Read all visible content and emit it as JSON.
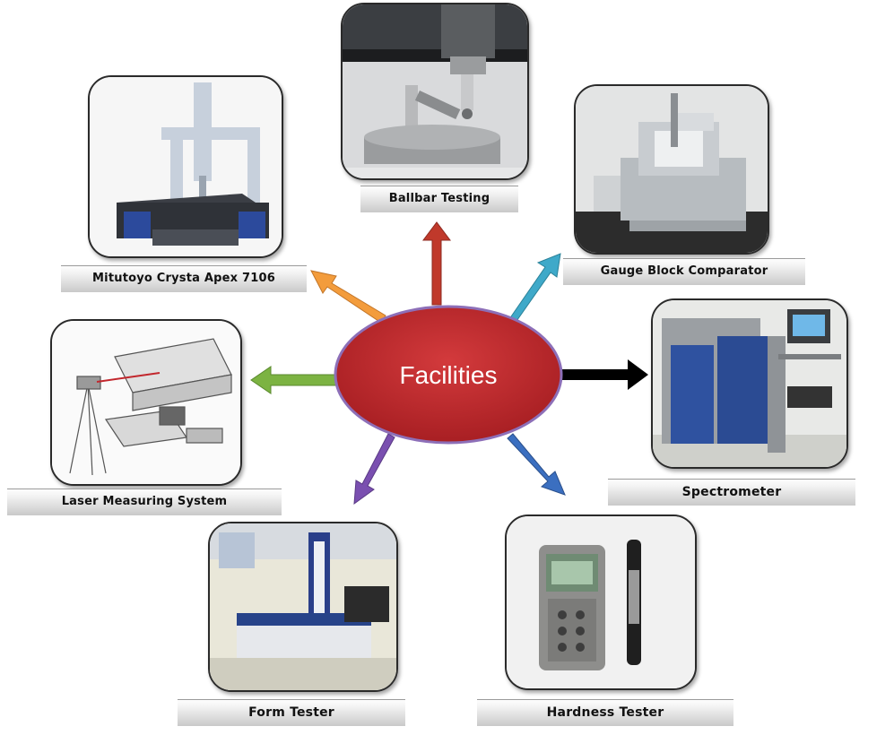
{
  "center": {
    "label": "Facilities",
    "fill": "#c0282c"
  },
  "nodes": [
    {
      "id": "ballbar",
      "label": "Ballbar Testing",
      "arrow_color": "#c0392b",
      "icon": "ballbar-icon"
    },
    {
      "id": "gauge",
      "label": "Gauge Block Comparator",
      "arrow_color": "#3fa9c9",
      "icon": "gauge-block-comparator-icon"
    },
    {
      "id": "spectro",
      "label": "Spectrometer",
      "arrow_color": "#000000",
      "icon": "spectrometer-icon"
    },
    {
      "id": "hardness",
      "label": "Hardness Tester",
      "arrow_color": "#3b6fc0",
      "icon": "hardness-tester-icon"
    },
    {
      "id": "form",
      "label": "Form Tester",
      "arrow_color": "#7a4fb0",
      "icon": "form-tester-icon"
    },
    {
      "id": "laser",
      "label": "Laser Measuring System",
      "arrow_color": "#7cb342",
      "icon": "laser-measuring-system-icon"
    },
    {
      "id": "mitutoyo",
      "label": "Mitutoyo  Crysta  Apex  7106",
      "arrow_color": "#f39c3c",
      "icon": "cmm-machine-icon"
    }
  ]
}
